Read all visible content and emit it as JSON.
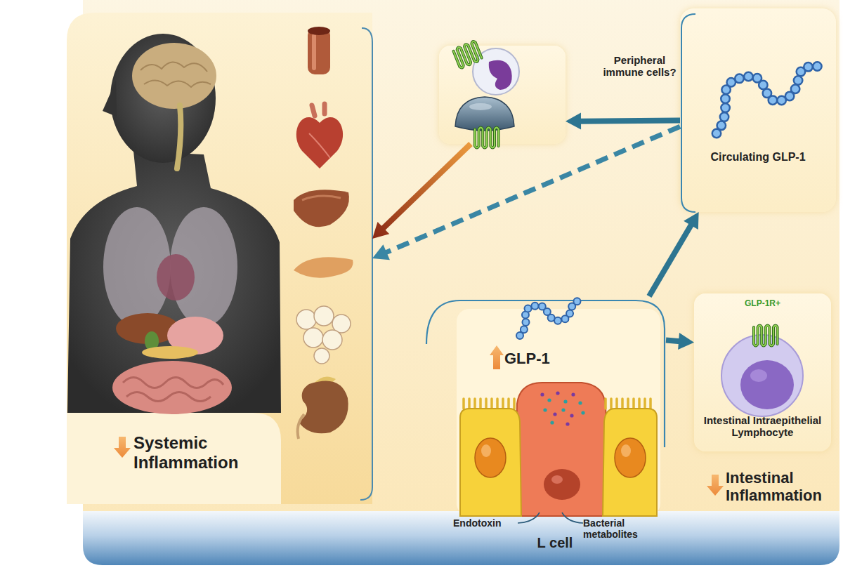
{
  "diagram": {
    "nodes": [
      {
        "text": [
          "Systemic Inflammation"
        ]
      },
      {
        "text": [
          "Peripheral immune cells?"
        ]
      },
      {
        "text": [
          "Circulating GLP-1"
        ]
      },
      {
        "text": [
          "GLP-1",
          "L cell"
        ]
      },
      {
        "text": [
          "GLP-1R+",
          "Intestinal Intraepithelial Lymphocyte"
        ]
      }
    ],
    "edges": [
      {
        "from": 3,
        "to": 2,
        "arrow": "to"
      },
      {
        "from": 3,
        "to": 4,
        "arrow": "to"
      },
      {
        "from": 2,
        "to": 1,
        "arrow": "to"
      },
      {
        "from": 2,
        "to": 0,
        "arrow": "to"
      },
      {
        "from": 1,
        "to": 0,
        "arrow": "to"
      }
    ],
    "labels": [
      "Intestinal Inflammation",
      "Endotoxin",
      "Bacterial metabolites"
    ]
  }
}
